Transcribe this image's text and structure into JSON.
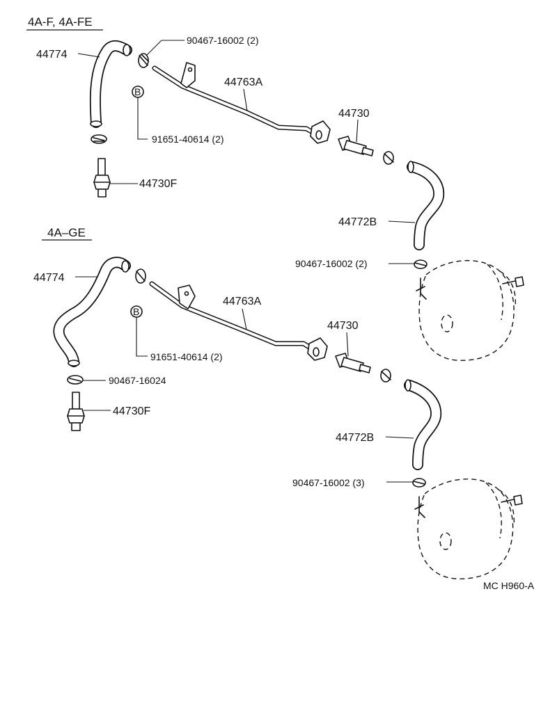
{
  "sections": [
    {
      "title": "4A-F, 4A-FE",
      "labels": {
        "hose_upper": "44774",
        "clamp_upper": "90467-16002 (2)",
        "pipe": "44763A",
        "valve": "44730",
        "bolt_ref": "B",
        "bolt": "91651-40614 (2)",
        "check_valve": "44730F",
        "hose_lower": "44772B",
        "clamp_booster": "90467-16002 (2)"
      }
    },
    {
      "title": "4A–GE",
      "labels": {
        "hose_upper": "44774",
        "pipe": "44763A",
        "valve": "44730",
        "bolt_ref": "B",
        "bolt": "91651-40614 (2)",
        "clamp_small": "90467-16024",
        "check_valve": "44730F",
        "hose_lower": "44772B",
        "clamp_booster": "90467-16002 (3)"
      }
    }
  ],
  "figure_code": "MC H960-A",
  "icons": [
    "vacuum-hose-icon",
    "hose-clamp-icon",
    "vacuum-pipe-icon",
    "check-valve-icon",
    "brake-booster-icon",
    "bolt-symbol-icon"
  ],
  "colors": {
    "ink": "#111111",
    "paper": "#ffffff"
  }
}
